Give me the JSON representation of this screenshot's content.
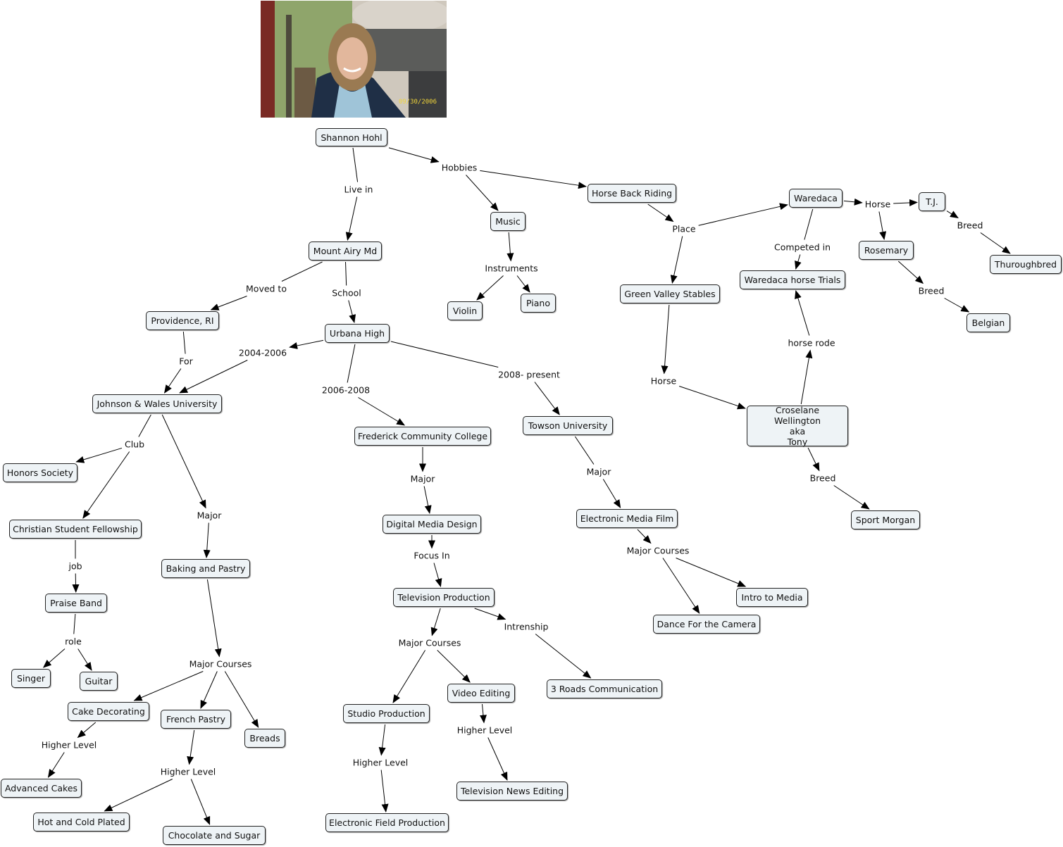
{
  "photo": {
    "date_stamp": "09/30/2006"
  },
  "concepts": {
    "shannon": "Shannon Hohl",
    "mount_airy": "Mount Airy Md",
    "providence": "Providence, RI",
    "urbana": "Urbana High",
    "jwu": "Johnson & Wales University",
    "honors": "Honors Society",
    "csf": "Christian Student Fellowship",
    "praise": "Praise Band",
    "singer": "Singer",
    "guitar": "Guitar",
    "baking": "Baking and Pastry",
    "cake": "Cake Decorating",
    "french": "French Pastry",
    "breads": "Breads",
    "adv_cakes": "Advanced Cakes",
    "hot_cold": "Hot and Cold Plated",
    "choc": "Chocolate and Sugar",
    "fcc": "Frederick Community College",
    "dmd": "Digital Media Design",
    "tvprod": "Television Production",
    "studio": "Studio Production",
    "video": "Video Editing",
    "efp": "Electronic Field Production",
    "tvnews": "Television News Editing",
    "three_roads": "3 Roads Communication",
    "towson": "Towson University",
    "emf": "Electronic Media Film",
    "intro_media": "Intro to Media",
    "dance": "Dance For the Camera",
    "music": "Music",
    "violin": "Violin",
    "piano": "Piano",
    "horse_riding": "Horse Back Riding",
    "green_valley": "Green Valley Stables",
    "waredaca": "Waredaca",
    "waredaca_trials": "Waredaca horse Trials",
    "tony": "Croselane Wellington\naka\nTony",
    "sport_morgan": "Sport Morgan",
    "tj": "T.J.",
    "thoroughbred": "Thuroughbred",
    "rosemary": "Rosemary",
    "belgian": "Belgian"
  },
  "links": {
    "live_in": "Live in",
    "hobbies": "Hobbies",
    "moved_to": "Moved to",
    "school": "School",
    "for": "For",
    "y2004": "2004-2006",
    "y2006": "2006-2008",
    "y2008": "2008- present",
    "club": "Club",
    "major_jwu": "Major",
    "job": "job",
    "role": "role",
    "major_courses_jwu": "Major Courses",
    "higher_cake": "Higher Level",
    "higher_french": "Higher Level",
    "major_fcc": "Major",
    "focus_in": "Focus In",
    "major_courses_tv": "Major Courses",
    "intrenship": "Intrenship",
    "higher_studio": "Higher Level",
    "higher_video": "Higher Level",
    "major_towson": "Major",
    "major_courses_emf": "Major Courses",
    "instruments": "Instruments",
    "place": "Place",
    "horse_gv": "Horse",
    "competed_in": "Competed in",
    "horse_rode": "horse rode",
    "breed_tony": "Breed",
    "horse_w": "Horse",
    "breed_tj": "Breed",
    "breed_rosemary": "Breed"
  }
}
